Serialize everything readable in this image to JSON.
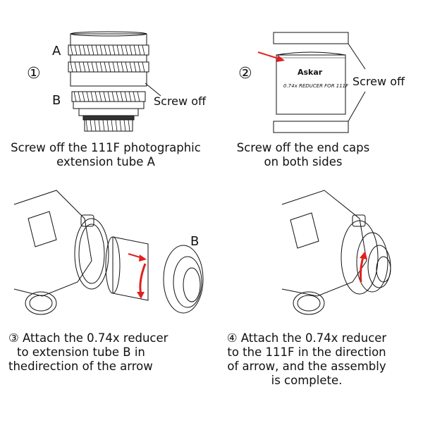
{
  "step1": {
    "number": "①",
    "label_a": "A",
    "label_b": "B",
    "screw_off": "Screw off",
    "caption_line1": "Screw off the 111F photographic",
    "caption_line2": "extension tube A"
  },
  "step2": {
    "number": "②",
    "brand": "Askar",
    "product_text": "0.74x REDUCER FOR 111F",
    "screw_off": "Screw off",
    "caption_line1": "Screw off the end caps",
    "caption_line2": "on both sides"
  },
  "step3": {
    "label_b": "B",
    "caption_line1": "③ Attach the 0.74x reducer",
    "caption_line2": "to extension tube B in",
    "caption_line3": "thedirection of the arrow"
  },
  "step4": {
    "caption_line1": "④ Attach the 0.74x reducer",
    "caption_line2": "to the 111F in the direction",
    "caption_line3": "of arrow, and the assembly",
    "caption_line4": "is complete."
  },
  "colors": {
    "arrow": "#e02020",
    "line": "#111111"
  }
}
